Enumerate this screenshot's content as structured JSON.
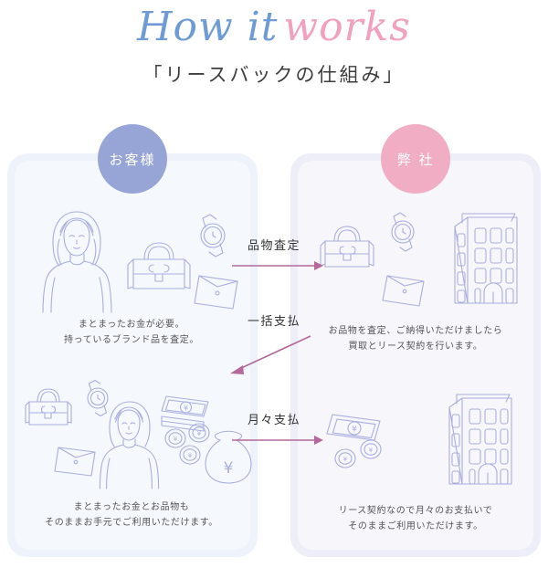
{
  "header": {
    "script_title_part1": "How it",
    "script_title_part2": "works",
    "subtitle": "「リースバックの仕組み」"
  },
  "colors": {
    "script_blue": "#6f9bd4",
    "script_pink": "#f1a0bd",
    "badge_customer_bg": "#97a5d6",
    "badge_company_bg": "#f0adc3",
    "panel_customer_bg": "#eef3fb",
    "panel_company_bg": "#eeeef8",
    "line_art": "#a9aede",
    "arrow": "#b4699a"
  },
  "panels": {
    "customer": {
      "badge_label": "お客様",
      "step_top_caption_line1": "まとまったお金が必要。",
      "step_top_caption_line2": "持っているブランド品を査定。",
      "step_bottom_caption_line1": "まとまったお金とお品物も",
      "step_bottom_caption_line2": "そのままお手元でご利用いただけます。",
      "illustration_top": "woman-with-luxury-goods",
      "illustration_bottom": "woman-with-goods-and-money"
    },
    "company": {
      "badge_label": "弊 社",
      "step_top_caption_line1": "お品物を査定、ご納得いただけましたら",
      "step_top_caption_line2": "買取とリース契約を行います。",
      "step_bottom_caption_line1": "リース契約なので月々のお支払いで",
      "step_bottom_caption_line2": "そのままご利用いただけます。",
      "illustration_top": "luxury-goods-and-office-building",
      "illustration_bottom": "money-and-office-building"
    }
  },
  "flows": [
    {
      "label": "品物査定",
      "direction": "right",
      "name": "flow-appraisal"
    },
    {
      "label": "一括支払",
      "direction": "down-left",
      "name": "flow-lumpsum"
    },
    {
      "label": "月々支払",
      "direction": "right",
      "name": "flow-monthly"
    }
  ],
  "currency_symbol": "¥"
}
